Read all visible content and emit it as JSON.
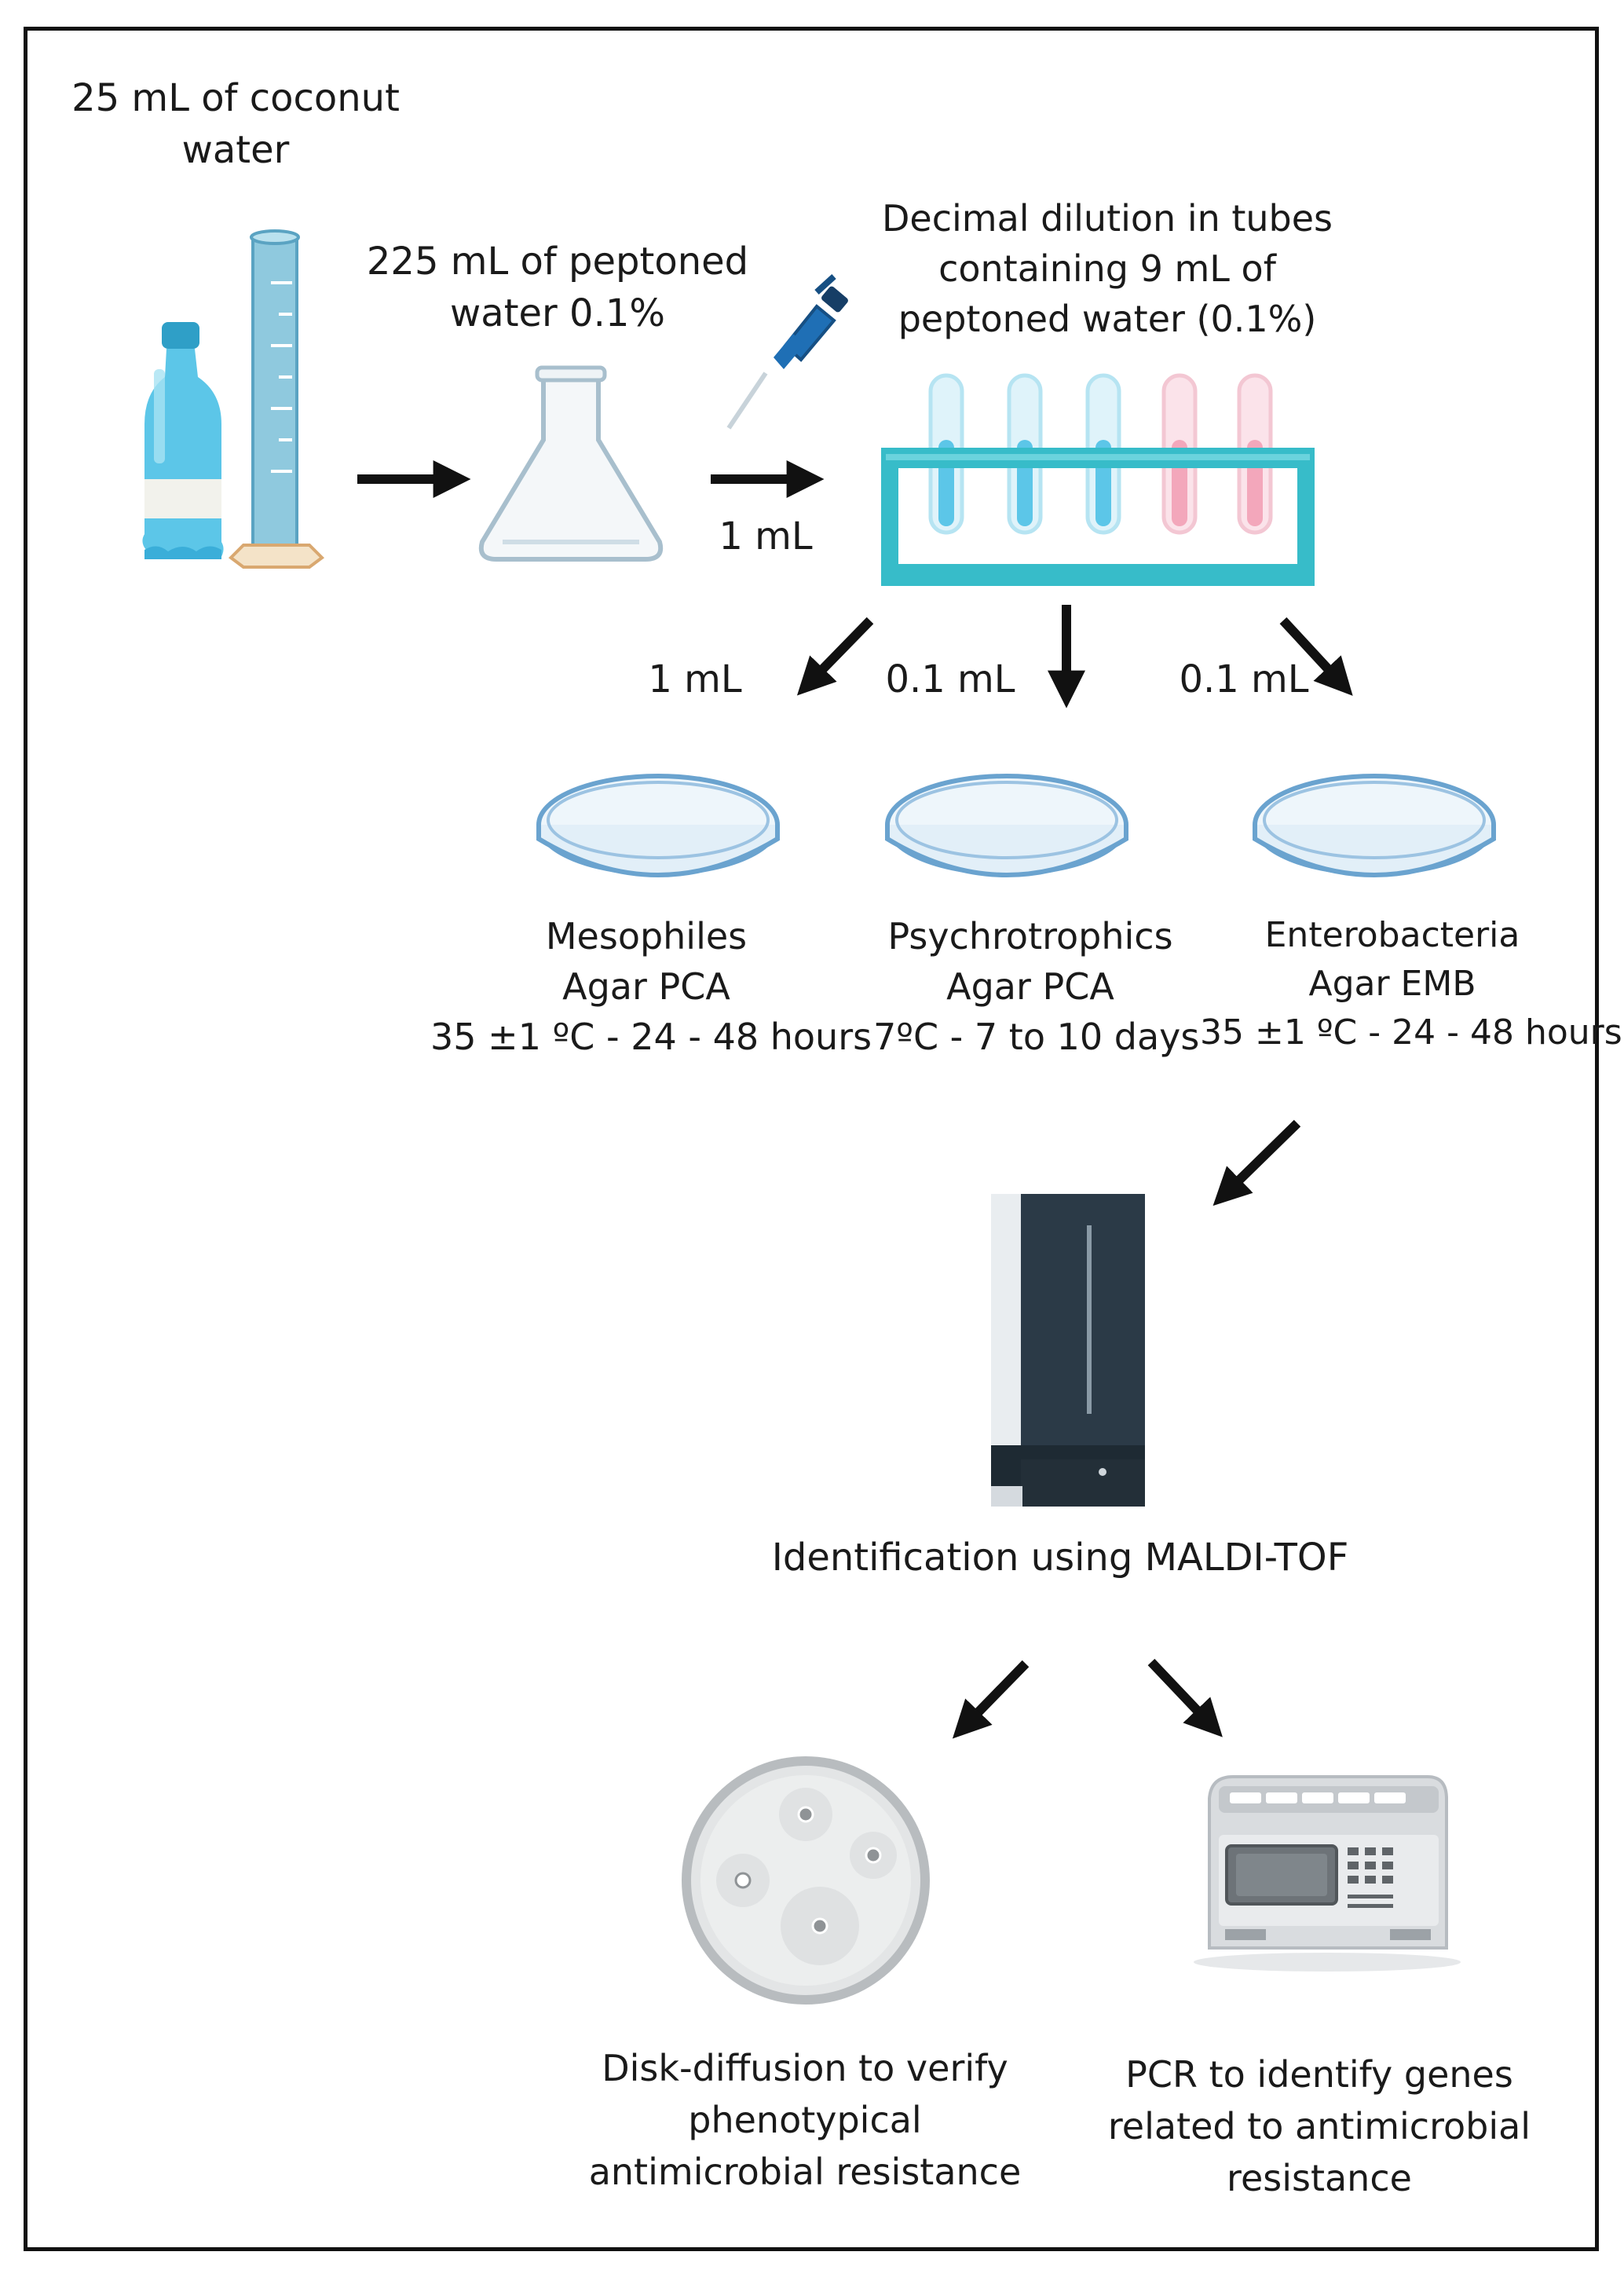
{
  "steps": {
    "sample": {
      "lines": [
        "25 mL of coconut",
        "water"
      ]
    },
    "peptone": {
      "lines": [
        "225 mL of peptoned",
        "water 0.1%"
      ]
    },
    "transfer": {
      "volume": "1 mL"
    },
    "dilution": {
      "lines": [
        "Decimal dilution in tubes",
        "containing 9 mL of",
        "peptoned water (0.1%)"
      ]
    },
    "plating": [
      {
        "volume": "1 mL",
        "lines": [
          "Mesophiles",
          "Agar PCA",
          "35 ±1 ºC - 24 - 48 hours"
        ]
      },
      {
        "volume": "0.1 mL",
        "lines": [
          "Psychrotrophics",
          "Agar PCA",
          "7ºC - 7 to 10 days"
        ]
      },
      {
        "volume": "0.1 mL",
        "lines": [
          "Enterobacteria",
          "Agar EMB",
          "35 ±1 ºC - 24 - 48 hours"
        ]
      }
    ],
    "identification": {
      "text": "Identification using MALDI-TOF"
    },
    "disk_diffusion": {
      "lines": [
        "Disk-diffusion to verify",
        "phenotypical",
        "antimicrobial resistance"
      ]
    },
    "pcr": {
      "lines": [
        "PCR to identify genes",
        "related to antimicrobial",
        "resistance"
      ]
    }
  },
  "colors": {
    "water_blue": "#5cc6e8",
    "cylinder_blue": "#8fc9de",
    "rack_teal": "#37bcc9",
    "tube_pink": "#f3a7bb",
    "pipette_blue": "#1f6fb5",
    "dish_blue": "#6aa3cf",
    "maldi_dark": "#2b3a47",
    "arrow": "#111111"
  },
  "icons": [
    "bottle-icon",
    "graduated-cylinder-icon",
    "flask-icon",
    "pipette-icon",
    "test-tube-rack-icon",
    "petri-dish-icon",
    "maldi-tof-instrument-icon",
    "disk-diffusion-plate-icon",
    "pcr-thermocycler-icon"
  ]
}
